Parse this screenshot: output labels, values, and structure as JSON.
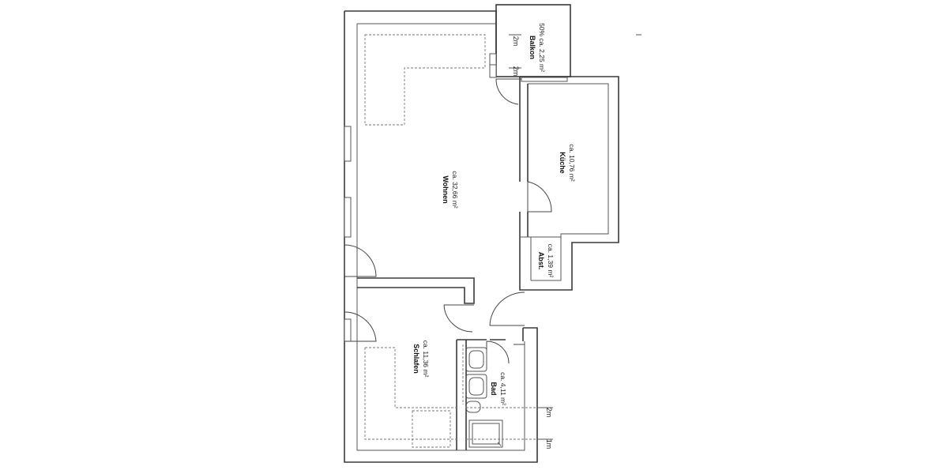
{
  "rooms": {
    "balkon": {
      "name": "Balkon",
      "area": "50% ca. 2,25 m²"
    },
    "kueche": {
      "name": "Küche",
      "area": "ca. 10,76 m²"
    },
    "wohnen": {
      "name": "Wohnen",
      "area": "ca. 32,66 m²"
    },
    "abst": {
      "name": "Abst.",
      "area": "ca. 1,39 m²"
    },
    "schlafen": {
      "name": "Schlafen",
      "area": "ca. 11,36 m²"
    },
    "bad": {
      "name": "Bad",
      "area": "ca. 4,11 m²"
    }
  },
  "dimensions": {
    "balkon_top": "2m",
    "balkon_bottom": "2m",
    "lower_right_upper": "2m",
    "lower_right_lower": "1m"
  }
}
